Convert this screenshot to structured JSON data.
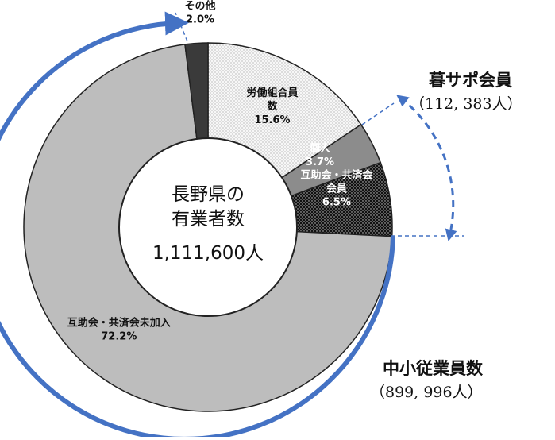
{
  "chart_data": {
    "type": "pie",
    "title": "",
    "center_label": {
      "line1": "長野県の",
      "line2": "有業者数",
      "line3": "1,111,600人"
    },
    "slices": [
      {
        "name": "労働組合員数",
        "label_lines": [
          "労働組合員",
          "数"
        ],
        "value": 15.6,
        "value_label": "15.6%",
        "color": "#f4f4f4",
        "pattern": "dots-light"
      },
      {
        "name": "個人",
        "label_lines": [
          "個人"
        ],
        "value": 3.7,
        "value_label": "3.7%",
        "color": "#8c8c8c",
        "pattern": "solid"
      },
      {
        "name": "互助会・共済会会員",
        "label_lines": [
          "互助会・共済会",
          "会員"
        ],
        "value": 6.5,
        "value_label": "6.5%",
        "color": "#1a1a1a",
        "pattern": "dots-dark"
      },
      {
        "name": "互助会・共済会未加入",
        "label_lines": [
          "互助会・共済会未加入"
        ],
        "value": 72.2,
        "value_label": "72.2%",
        "color": "#bdbdbd",
        "pattern": "solid"
      },
      {
        "name": "その他",
        "label_lines": [
          "その他"
        ],
        "value": 2.0,
        "value_label": "2.0%",
        "color": "#3a3a3a",
        "pattern": "solid"
      }
    ],
    "annotations": {
      "kurasapo": {
        "title": "暮サポ会員",
        "sub": "（112, 383人）"
      },
      "chusho": {
        "title": "中小従業員数",
        "sub": "（899, 996人）"
      }
    },
    "arrow_color": "#4472c4"
  }
}
